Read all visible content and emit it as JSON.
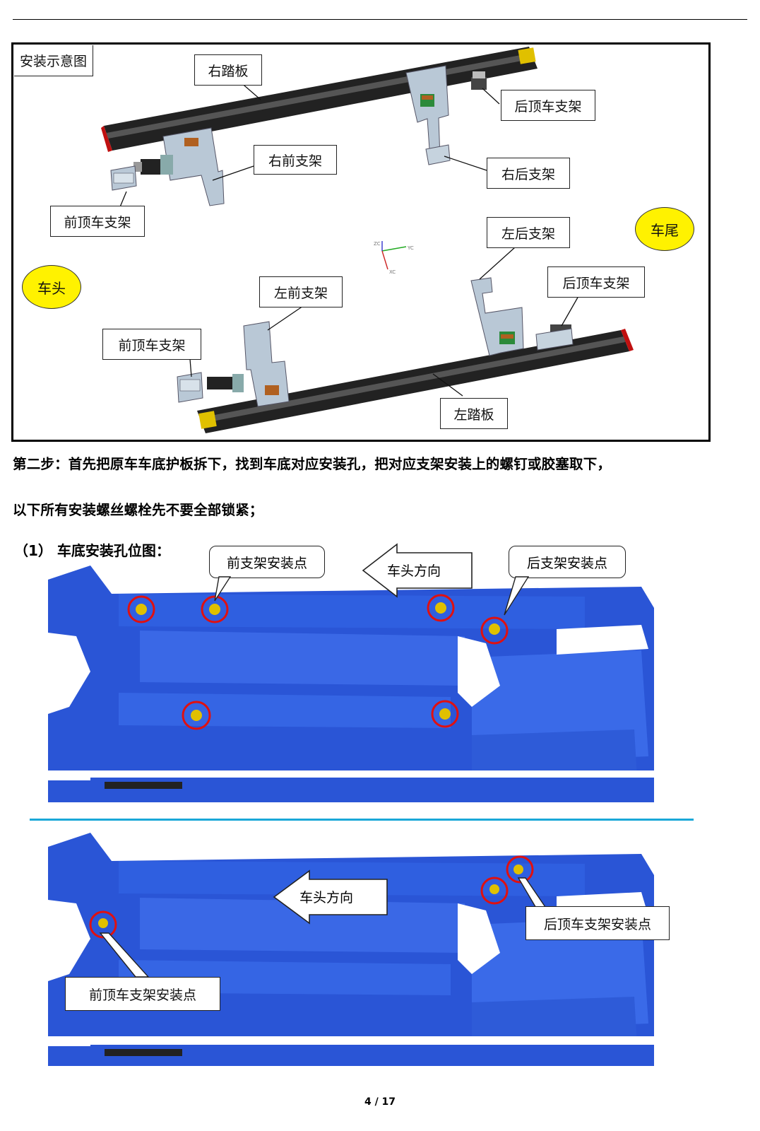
{
  "figure1": {
    "title": "安装示意图",
    "labels": {
      "right_step": "右踏板",
      "rear_roof_bracket_top": "后顶车支架",
      "right_front_bracket": "右前支架",
      "right_rear_bracket": "右后支架",
      "front_roof_bracket_top": "前顶车支架",
      "left_rear_bracket": "左后支架",
      "rear_roof_bracket_bottom": "后顶车支架",
      "left_front_bracket": "左前支架",
      "front_roof_bracket_bottom": "前顶车支架",
      "left_step": "左踏板"
    },
    "car_front": "车头",
    "car_rear": "车尾",
    "axis_labels": {
      "zc": "ZC",
      "yc": "YC",
      "xc": "XC"
    }
  },
  "text": {
    "step2": "第二步：首先把原车车底护板拆下，找到车底对应安装孔，把对应支架安装上的螺钉或胶塞取下，",
    "step2_cont": "以下所有安装螺丝螺栓先不要全部锁紧；",
    "subheading": "（1） 车底安装孔位图："
  },
  "photo1": {
    "front_bracket_point": "前支架安装点",
    "direction": "车头方向",
    "rear_bracket_point": "后支架安装点"
  },
  "photo2": {
    "direction": "车头方向",
    "rear_roof_point": "后顶车支架安装点",
    "front_roof_point": "前顶车支架安装点"
  },
  "colors": {
    "chassis_blue": "#2a55d6",
    "marker_red": "#e01010",
    "callout_yellow": "#fff200",
    "divider_cyan": "#1aa8d8"
  },
  "footer": {
    "page": "4 / 17"
  }
}
